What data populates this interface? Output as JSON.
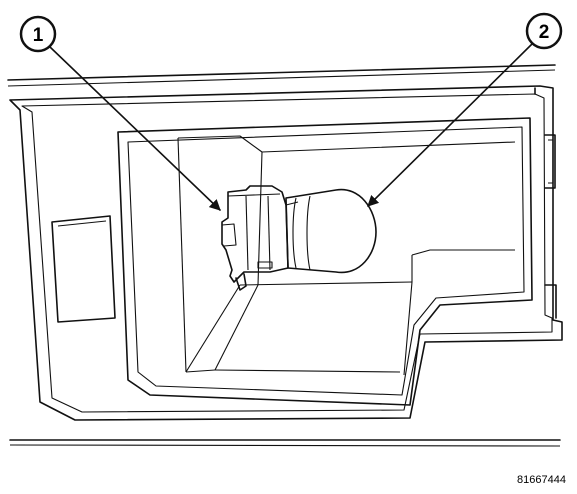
{
  "diagram": {
    "callouts": [
      {
        "label": "1"
      },
      {
        "label": "2"
      }
    ],
    "figure_number": "81667444"
  }
}
